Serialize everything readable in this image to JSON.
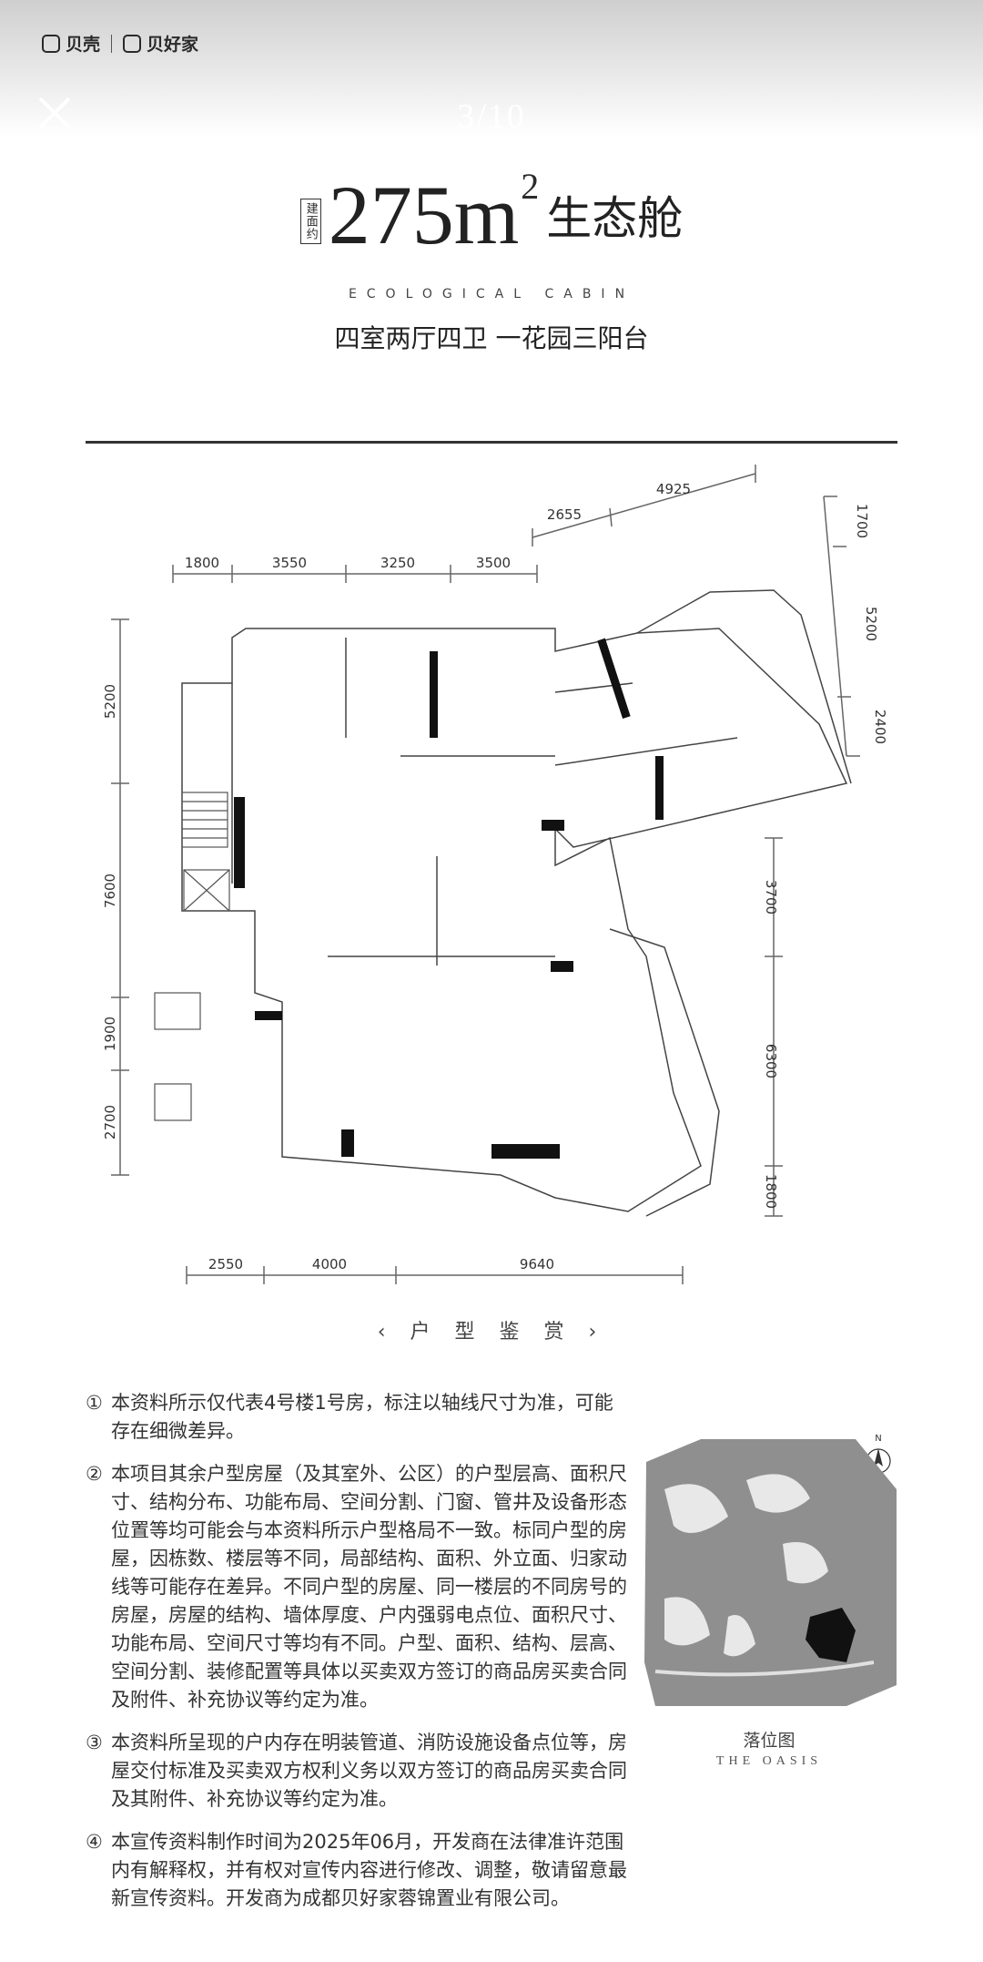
{
  "brand": {
    "name1": "贝壳",
    "name2": "贝好家"
  },
  "viewer": {
    "counter": "3/10"
  },
  "header": {
    "tag": "建面约",
    "area_num": "275m",
    "area_sup": "2",
    "name": "生态舱",
    "eng": "ECOLOGICAL CABIN",
    "rooms": "四室两厅四卫  一花园三阳台"
  },
  "dims": {
    "top": [
      "1800",
      "3550",
      "3250",
      "3500"
    ],
    "top_right": [
      "2655",
      "4925"
    ],
    "right_upper": [
      "1700",
      "5200",
      "2400"
    ],
    "right_lower": [
      "3700",
      "6300",
      "1800"
    ],
    "left": [
      "5200",
      "7600",
      "1900",
      "2700"
    ],
    "bottom": [
      "2550",
      "4000",
      "9640"
    ]
  },
  "caption": "‹ 户 型 鉴 赏 ›",
  "notes": [
    {
      "num": "①",
      "text": "本资料所示仅代表4号楼1号房，标注以轴线尺寸为准，可能存在细微差异。"
    },
    {
      "num": "②",
      "text": "本项目其余户型房屋（及其室外、公区）的户型层高、面积尺寸、结构分布、功能布局、空间分割、门窗、管井及设备形态位置等均可能会与本资料所示户型格局不一致。标同户型的房屋，因栋数、楼层等不同，局部结构、面积、外立面、归家动线等可能存在差异。不同户型的房屋、同一楼层的不同房号的房屋，房屋的结构、墙体厚度、户内强弱电点位、面积尺寸、功能布局、空间尺寸等均有不同。户型、面积、结构、层高、空间分割、装修配置等具体以买卖双方签订的商品房买卖合同及附件、补充协议等约定为准。"
    },
    {
      "num": "③",
      "text": "本资料所呈现的户内存在明装管道、消防设施设备点位等，房屋交付标准及买卖双方权利义务以双方签订的商品房买卖合同及其附件、补充协议等约定为准。"
    },
    {
      "num": "④",
      "text": "本宣传资料制作时间为2025年06月，开发商在法律准许范围内有解释权，并有权对宣传内容进行修改、调整，敬请留意最新宣传资料。开发商为成都贝好家蓉锦置业有限公司。"
    }
  ],
  "location": {
    "title": "落位图",
    "eng": "THE OASIS",
    "north": "N"
  }
}
